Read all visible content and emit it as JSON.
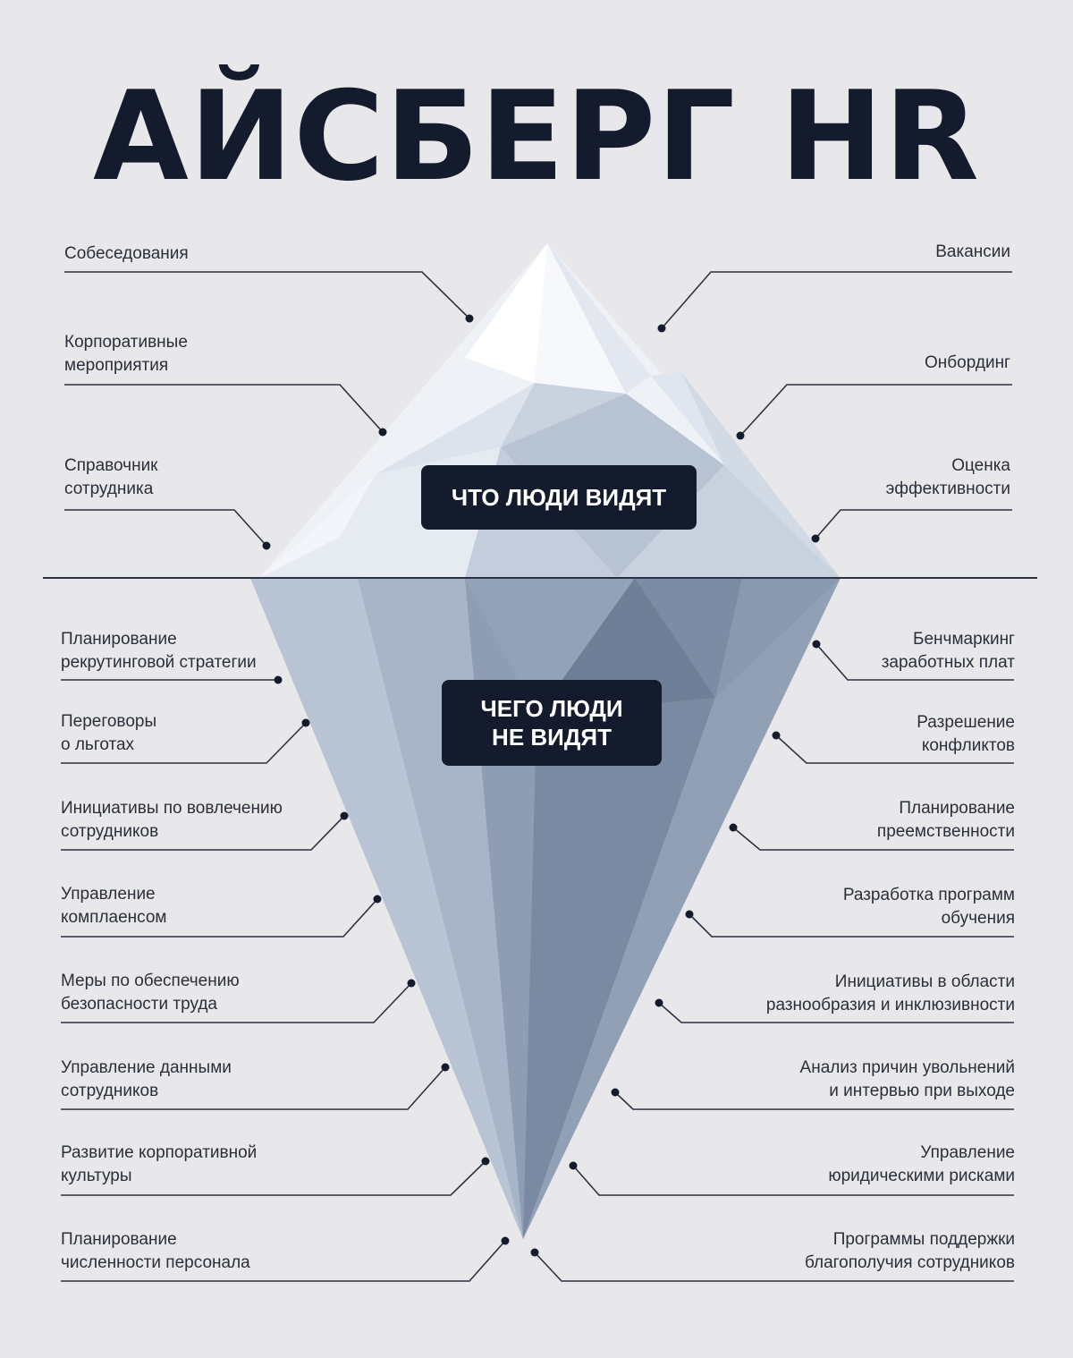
{
  "title": "АЙСБЕРГ HR",
  "badges": {
    "visible": "ЧТО ЛЮДИ ВИДЯТ",
    "hidden_line1": "ЧЕГО ЛЮДИ",
    "hidden_line2": "НЕ ВИДЯТ"
  },
  "visible": {
    "left": [
      {
        "l1": "Собеседования",
        "l2": ""
      },
      {
        "l1": "Корпоративные",
        "l2": "мероприятия"
      },
      {
        "l1": "Справочник",
        "l2": "сотрудника"
      }
    ],
    "right": [
      {
        "l1": "Вакансии",
        "l2": ""
      },
      {
        "l1": "Онбординг",
        "l2": ""
      },
      {
        "l1": "Оценка",
        "l2": "эффективности"
      }
    ]
  },
  "hidden": {
    "left": [
      {
        "l1": "Планирование",
        "l2": "рекрутинговой стратегии"
      },
      {
        "l1": "Переговоры",
        "l2": "о льготах"
      },
      {
        "l1": "Инициативы по вовлечению",
        "l2": "сотрудников"
      },
      {
        "l1": "Управление",
        "l2": "комплаенсом"
      },
      {
        "l1": "Меры по обеспечению",
        "l2": "безопасности труда"
      },
      {
        "l1": "Управление данными",
        "l2": "сотрудников"
      },
      {
        "l1": "Развитие корпоративной",
        "l2": "культуры"
      },
      {
        "l1": "Планирование",
        "l2": "численности персонала"
      }
    ],
    "right": [
      {
        "l1": "Бенчмаркинг",
        "l2": "заработных плат"
      },
      {
        "l1": "Разрешение",
        "l2": "конфликтов"
      },
      {
        "l1": "Планирование",
        "l2": "преемственности"
      },
      {
        "l1": "Разработка программ",
        "l2": "обучения"
      },
      {
        "l1": "Инициативы в области",
        "l2": "разнообразия и инклюзивности"
      },
      {
        "l1": "Анализ причин увольнений",
        "l2": "и интервью при выходе"
      },
      {
        "l1": "Управление",
        "l2": "юридическими рисками"
      },
      {
        "l1": "Программы поддержки",
        "l2": "благополучия сотрудников"
      }
    ]
  },
  "colors": {
    "background": "#e8e8eb",
    "badge": "#141b2d",
    "ink": "#1f2430"
  }
}
